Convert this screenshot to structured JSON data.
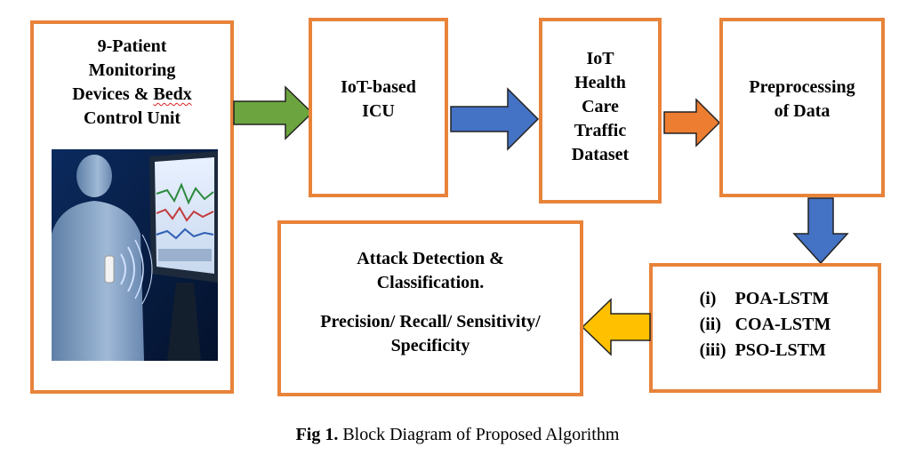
{
  "boxes": {
    "patient": {
      "lines": [
        "9-Patient",
        "Monitoring",
        "Devices & ",
        "Control Unit"
      ],
      "underlined_word": "Bedx",
      "image_icon": "patient-monitor-photo"
    },
    "icu": {
      "lines": [
        "IoT-based",
        "ICU"
      ]
    },
    "dataset": {
      "lines": [
        "IoT",
        "Health",
        "Care",
        "Traffic",
        "Dataset"
      ]
    },
    "preprocess": {
      "lines": [
        "Preprocessing",
        "of Data"
      ]
    },
    "models": {
      "items": [
        {
          "num": "(i)",
          "label": "POA-LSTM"
        },
        {
          "num": "(ii)",
          "label": "COA-LSTM"
        },
        {
          "num": "(iii)",
          "label": "PSO-LSTM"
        }
      ]
    },
    "attack": {
      "title_lines": [
        "Attack Detection &",
        "Classification."
      ],
      "metric_lines": [
        "Precision/ Recall/ Sensitivity/",
        "Specificity"
      ]
    }
  },
  "arrows": {
    "a1": {
      "color": "#6ca53f"
    },
    "a2": {
      "color": "#4472c4"
    },
    "a3": {
      "color": "#ed7d31"
    },
    "a4": {
      "color": "#4472c4"
    },
    "a5": {
      "color": "#ffc000"
    }
  },
  "caption": {
    "bold": "Fig 1.",
    "text": " Block Diagram of Proposed Algorithm"
  }
}
